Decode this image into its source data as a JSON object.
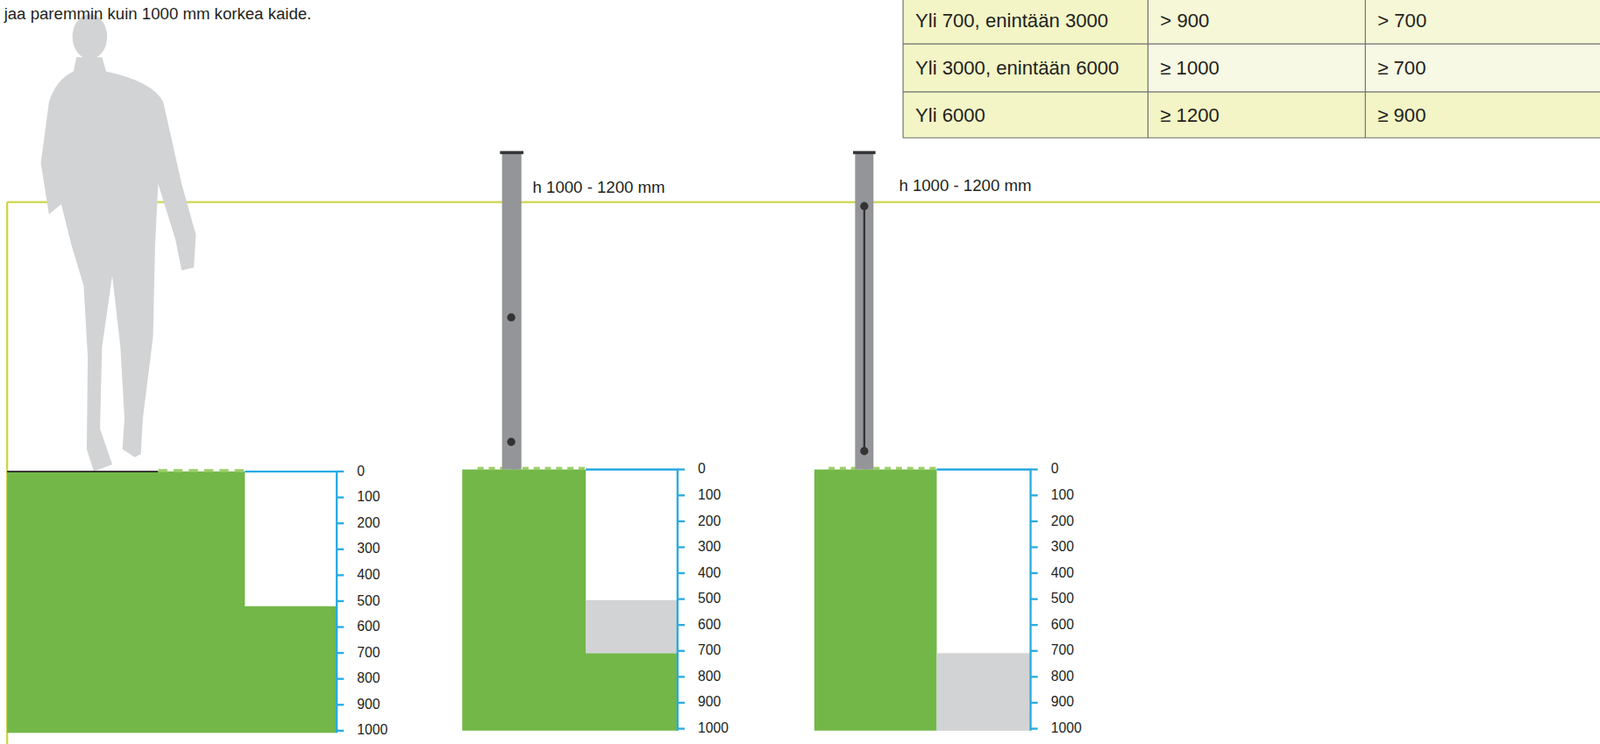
{
  "diagram": {
    "labels": [
      "jaa paremmin kuin 1000 mm korkea kaide.",
      "Yli 700, enintään 3000",
      "> 900",
      "> 700",
      "Yli 3000, enintään 6000",
      "≥ 1000",
      "≥ 700",
      "Yli 6000",
      "≥ 1200",
      "≥ 900",
      "h 1000 - 1200 mm",
      "h 1000 - 1200 mm",
      "0",
      "100",
      "200",
      "300",
      "400",
      "500",
      "600",
      "700",
      "800",
      "900",
      "1000",
      "0",
      "100",
      "200",
      "300",
      "400",
      "500",
      "600",
      "700",
      "800",
      "900",
      "1000",
      "0",
      "100",
      "200",
      "300",
      "400",
      "500",
      "600",
      "700",
      "800",
      "900",
      "1000"
    ]
  }
}
